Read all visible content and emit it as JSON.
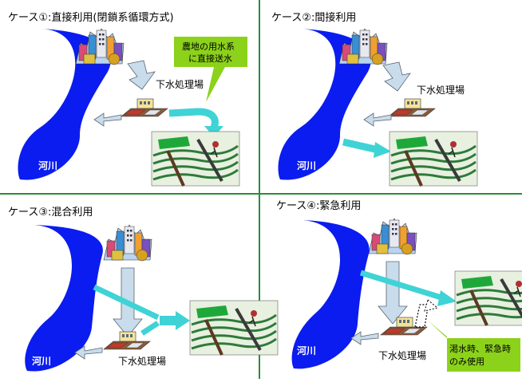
{
  "diagram": {
    "colors": {
      "divider": "#2e8b3a",
      "river": "#0a1cf0",
      "teal_arrow": "#3fd3d6",
      "gray_arrow_fill": "#c8dcec",
      "gray_arrow_stroke": "#5a6670",
      "callout": "#8cd21a",
      "field_green": "#1fa83a",
      "field_dark": "#3a3a3a"
    },
    "panels": [
      {
        "title": "ケース①:直接利用(閉鎖系循環方式)",
        "river_label": "河川",
        "plant_label": "下水処理場",
        "callout": [
          "農地の用水系",
          "に直接送水"
        ]
      },
      {
        "title": "ケース②:間接利用",
        "river_label": "河川",
        "plant_label": "下水処理場"
      },
      {
        "title": "ケース③:混合利用",
        "river_label": "河川",
        "plant_label": "下水処理場"
      },
      {
        "title": "ケース④:緊急利用",
        "river_label": "河川",
        "plant_label": "下水処理場",
        "callout": [
          "渇水時、緊急時",
          "のみ使用"
        ]
      }
    ]
  }
}
